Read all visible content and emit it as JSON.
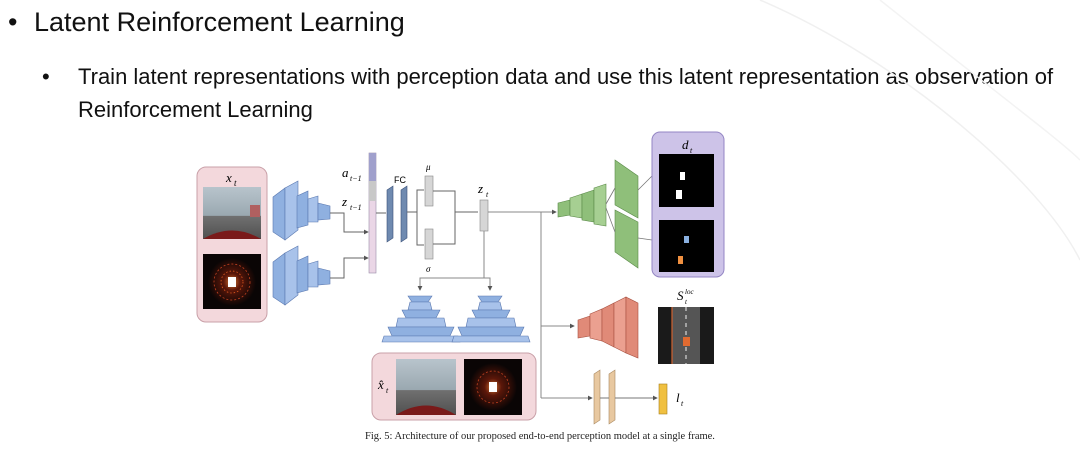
{
  "slide": {
    "bullet_1": "Latent Reinforcement Learning",
    "bullet_2": "Train latent representations with perception data and use this latent representation as observation of Reinforcement Learning"
  },
  "diagram": {
    "labels": {
      "x_t": "x",
      "x_t_sub": "t",
      "a_prev": "a",
      "a_prev_sub": "t−1",
      "z_prev": "z",
      "z_prev_sub": "t−1",
      "fc": "FC",
      "mu": "μ",
      "sigma": "σ",
      "z_t": "z",
      "z_t_sub": "t",
      "d_t": "d",
      "d_t_sub": "t",
      "s_loc": "S",
      "s_loc_sub": "t",
      "s_loc_sup": "loc",
      "l_t": "l",
      "l_t_sub": "t",
      "xhat": "x̂",
      "xhat_sub": "t"
    },
    "colors": {
      "encoder_blue": "#8fb0e0",
      "latent_gray": "#c8c8c8",
      "decoder_green": "#8fbf7a",
      "decoder_red": "#e08a78",
      "decoder_tan": "#e8c8a0",
      "output_yellow": "#f0c040",
      "input_panel_pink": "#f3d8dc",
      "dt_panel_purple": "#cdc3e8"
    },
    "caption": "Fig. 5: Architecture of our proposed end-to-end perception model at a single frame."
  }
}
